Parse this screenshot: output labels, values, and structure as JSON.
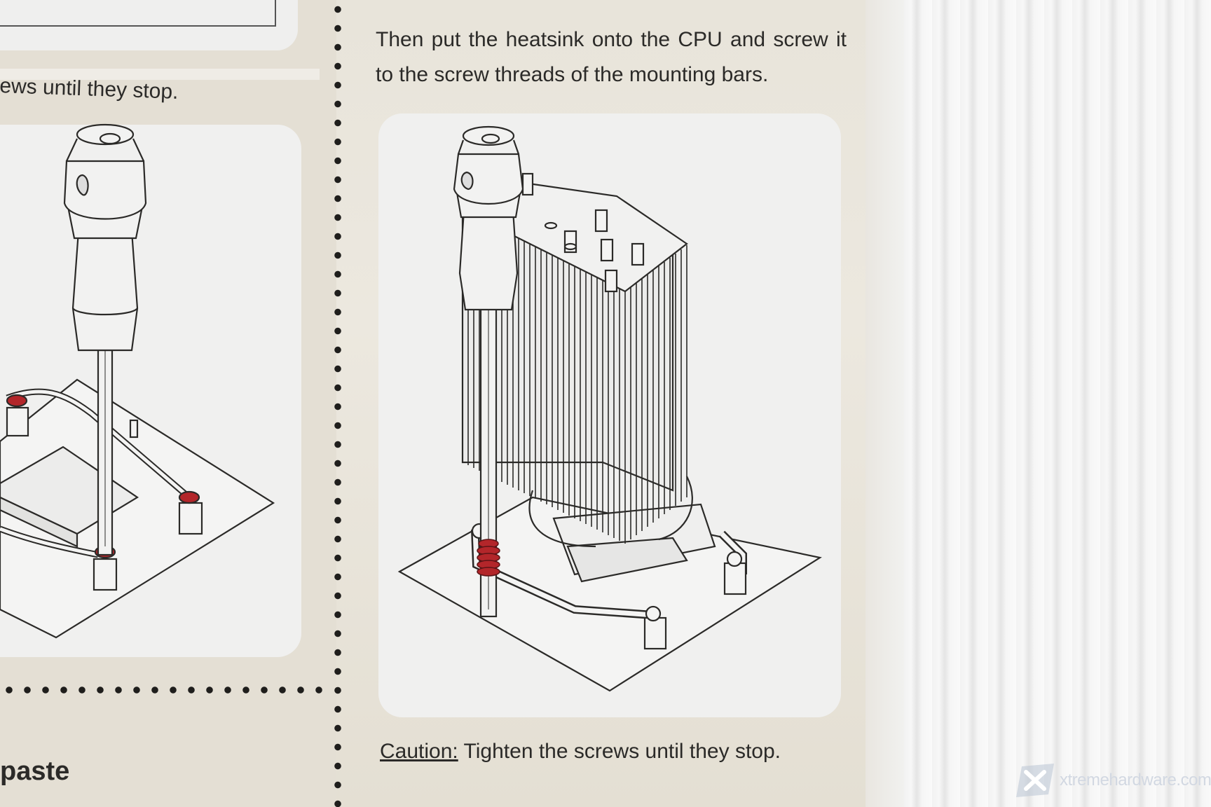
{
  "left_column": {
    "partial_caption": "ews until they stop.",
    "partial_heading": "paste"
  },
  "right_column": {
    "instruction": "Then put the heatsink onto the CPU and screw it to the screw threads of the mounting bars.",
    "caution_label": "Caution:",
    "caution_text": "Tighten the screws until they stop."
  },
  "watermark": {
    "text": "xtremehardware.com"
  },
  "colors": {
    "sheet": "#e4dfd4",
    "panel": "#f0f0ef",
    "accent_red": "#b3262a",
    "ink": "#2b2a28"
  }
}
